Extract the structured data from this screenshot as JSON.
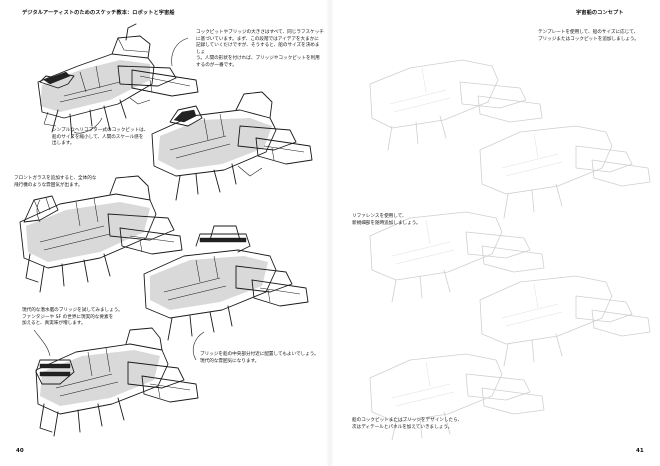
{
  "left_page": {
    "header": "デジタルアーティストのためのスケッチ教本：ロボットと宇宙船",
    "page_number": "40",
    "captions": [
      "コックピットやブリッジの大きさはすべて、同じラフスケッチ\nに基づいています。まず、この段階ではアイデアを大まかに\n記録していくだけですが、そうすると、船のサイズを決めましょ\nう。人間の形状を付ければ、ブリッジやコックピットを利用\nするのが一番です。",
      "シンプルなヘリコプター式のコックピットは、\n船のサイズを縮小して、人間のスケール感を\n出します。",
      "フロントガラスを追加すると、全体的な\n飛行機のような雰囲気が出ます。",
      "現代的な潜水艦のブリッジを試してみましょう。\nファンタジーや SF の世界に現実的な要素を\n加えると、真実味が増します。",
      "ブリッジを船の中央部分付近に配置してもよいでしょう。\n現代的な雰囲気になります。"
    ]
  },
  "right_page": {
    "header": "宇宙船のコンセプト",
    "page_number": "41",
    "captions": [
      "テンプレートを使用して、船のサイズに応じて、\nブリッジまたはコックピットを追加しましょう。",
      "リファレンスを使用して、\n新規細部を随時追加しましょう。",
      "船のコックピットまたはブリッジをデザインしたら、\n次はディテールとパネルを加えていきましょう。"
    ]
  }
}
